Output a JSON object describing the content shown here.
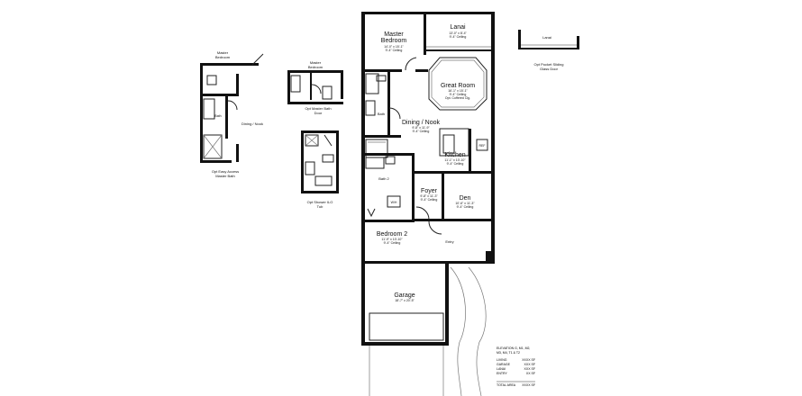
{
  "main_plan": {
    "rooms": {
      "master_bedroom": {
        "name": "Master\nBedroom",
        "dims": "14'-0\" x 15'-1\"",
        "ceiling": "9'-4\" Ceiling"
      },
      "lanai": {
        "name": "Lanai",
        "dims": "13'-0\" x 8'-4\"",
        "ceiling": "9'-4\" Ceiling"
      },
      "great_room": {
        "name": "Great Room",
        "dims": "16'-1\" x 15'-1\"",
        "ceiling": "9'-4\" Ceiling",
        "note": "Opt. Coffered Clg."
      },
      "bath": {
        "name": "Bath"
      },
      "dining_nook": {
        "name": "Dining / Nook",
        "dims": "9'-8\" x 11'-9\"",
        "ceiling": "9'-4\" Ceiling"
      },
      "kitchen": {
        "name": "Kitchen",
        "dims": "11'-1\" x 10'-10\"",
        "ceiling": "9'-4\" Ceiling"
      },
      "bath2": {
        "name": "Bath 2"
      },
      "foyer": {
        "name": "Foyer",
        "dims": "9'-8\" x 11'-3\"",
        "ceiling": "9'-4\" Ceiling"
      },
      "den": {
        "name": "Den",
        "dims": "10'-6\" x 11'-3\"",
        "ceiling": "9'-4\" Ceiling"
      },
      "bedroom2": {
        "name": "Bedroom 2",
        "dims": "11'-9\" x 10'-10\"",
        "ceiling": "9'-4\" Ceiling"
      },
      "entry": {
        "name": "Entry"
      },
      "garage": {
        "name": "Garage",
        "dims": "18'-7\" x 20'-5\""
      }
    },
    "fixtures": {
      "ref": "REF",
      "wh": "W/H"
    }
  },
  "options": {
    "easy_access": {
      "top_label": "Master\nBedroom",
      "bath_label": "Bath",
      "dining_label": "Dining / Nook",
      "caption": "Opt Easy Access\nMaster Bath"
    },
    "master_bath_door": {
      "top_label": "Master\nBedroom",
      "caption": "Opt Master Bath\nDoor"
    },
    "shower": {
      "caption": "Opt Shower ILO\nTub"
    },
    "pocket_door": {
      "lanai_label": "Lanai",
      "caption": "Opt Pocket Sliding\nGlass Door"
    }
  },
  "area_table": {
    "title": "ELEVATION G, M1, M2,\nM3, M4, T1 & T2",
    "rows": [
      {
        "label": "LIVING",
        "value": "XXXX SF"
      },
      {
        "label": "GARAGE",
        "value": "XXX SF"
      },
      {
        "label": "LANAI",
        "value": "XXX SF"
      },
      {
        "label": "ENTRY",
        "value": "XX SF"
      }
    ],
    "total_label": "TOTAL AREA",
    "total_value": "XXXX SF"
  }
}
